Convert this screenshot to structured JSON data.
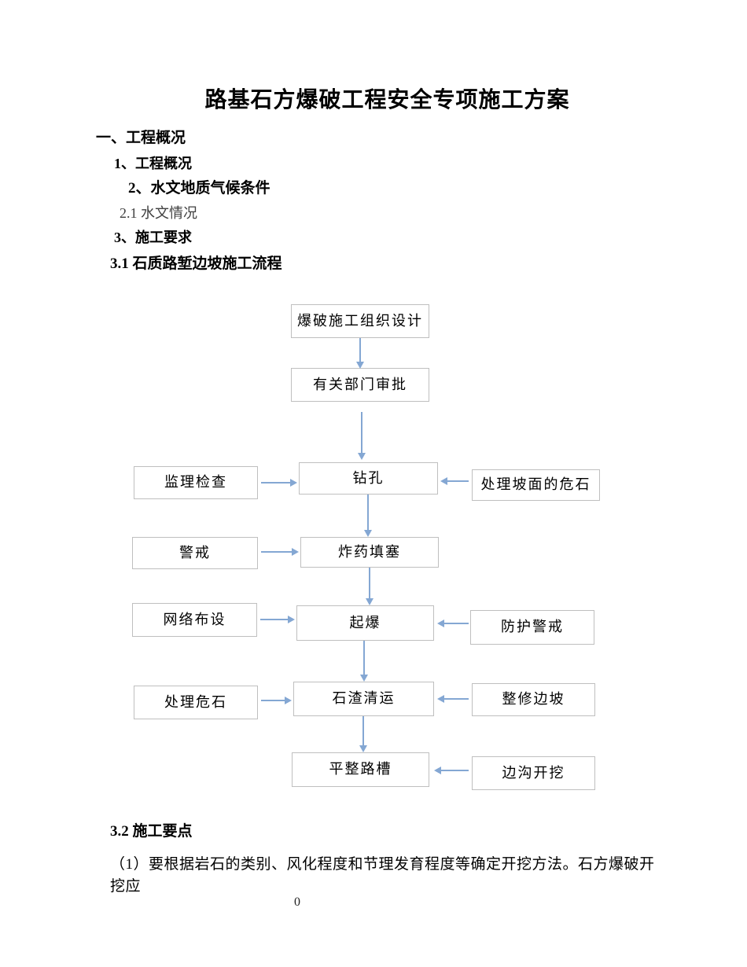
{
  "document": {
    "title": "路基石方爆破工程安全专项施工方案",
    "headings": [
      {
        "text": "一、工程概况"
      },
      {
        "text": "1、工程概况"
      },
      {
        "text": "2、水文地质气候条件"
      },
      {
        "text": "2.1 水文情况"
      },
      {
        "text": "3、施工要求"
      },
      {
        "text": "3.1 石质路堑边坡施工流程"
      },
      {
        "text": "3.2 施工要点"
      }
    ],
    "paragraph": "（1）要根据岩石的类别、风化程度和节理发育程度等确定开挖方法。石方爆破开挖应",
    "page_number": "0"
  },
  "flowchart": {
    "nodes": [
      {
        "label": "爆破施工组织设计"
      },
      {
        "label": "有关部门审批"
      },
      {
        "label": "监理检查"
      },
      {
        "label": "钻孔"
      },
      {
        "label": "处理坡面的危石"
      },
      {
        "label": "警戒"
      },
      {
        "label": "炸药填塞"
      },
      {
        "label": "网络布设"
      },
      {
        "label": "起爆"
      },
      {
        "label": "防护警戒"
      },
      {
        "label": "处理危石"
      },
      {
        "label": "石渣清运"
      },
      {
        "label": "整修边坡"
      },
      {
        "label": "平整路槽"
      },
      {
        "label": "边沟开挖"
      }
    ]
  },
  "colors": {
    "arrow": "#84a7d3",
    "box_border": "#bfbfbf",
    "text": "#000000",
    "subtle_text": "#404040",
    "background": "#ffffff"
  }
}
